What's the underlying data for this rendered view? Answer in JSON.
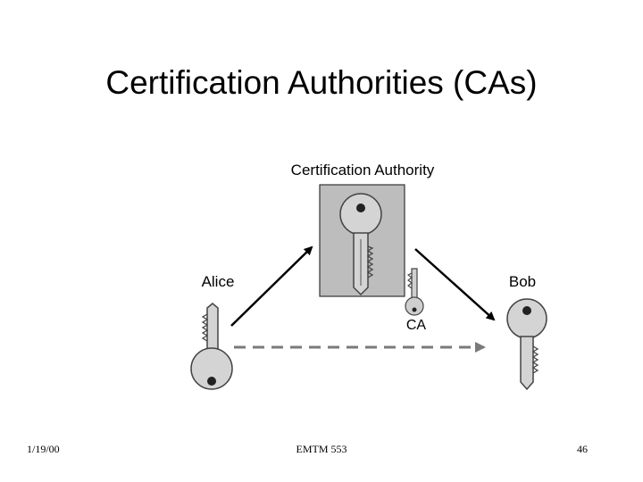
{
  "slide": {
    "title": "Certification Authorities (CAs)"
  },
  "diagram": {
    "ca_box_label": "Certification Authority",
    "alice_label": "Alice",
    "bob_label": "Bob",
    "ca_key_label": "CA"
  },
  "footer": {
    "date": "1/19/00",
    "course": "EMTM 553",
    "page": "46"
  },
  "colors": {
    "ca_box_fill": "#bdbdbd",
    "key_fill": "#c8c8c8",
    "arrow": "#000000",
    "dashed_arrow": "#7a7a7a"
  }
}
